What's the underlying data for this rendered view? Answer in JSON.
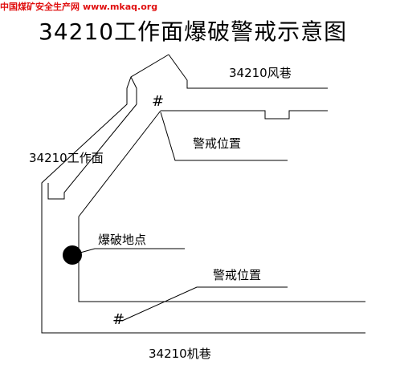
{
  "watermark": {
    "site": "中国煤矿安全生产网",
    "url": "www.mkaq.org"
  },
  "title": "34210工作面爆破警戒示意图",
  "labels": {
    "return_roadway": "34210风巷",
    "working_face": "34210工作面",
    "guard_top": "警戒位置",
    "blast_point": "爆破地点",
    "guard_bottom": "警戒位置",
    "machine_roadway": "34210机巷"
  },
  "marks": {
    "guard_symbol": "#"
  },
  "colors": {
    "watermark": "#e01010",
    "lines": "#000000"
  }
}
